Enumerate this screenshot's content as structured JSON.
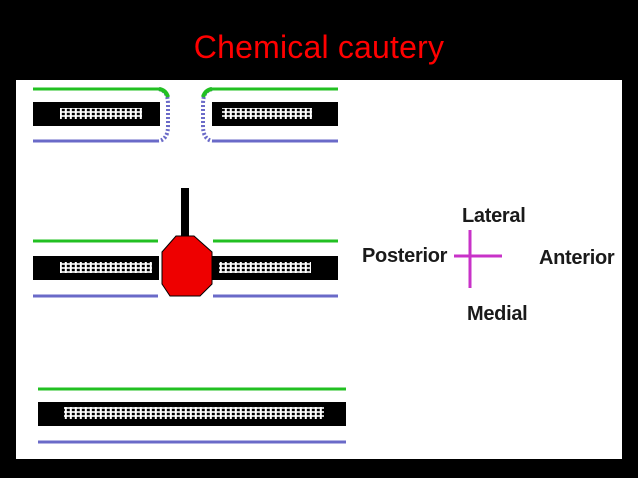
{
  "slide": {
    "title": "Chemical cautery",
    "title_color": "#ff0000",
    "background": "#000000",
    "panel_background": "#ffffff"
  },
  "diagram": {
    "colors": {
      "upper_line": "#22c022",
      "lower_line": "#6a6ac8",
      "tube": "#000000",
      "cautery_tip": "#ee0000",
      "orientation_cross": "#c832c8"
    },
    "stages": [
      "retracted-edges",
      "cautery-applied",
      "fused-tube"
    ]
  },
  "orientation": {
    "top": "Lateral",
    "left": "Posterior",
    "right": "Anterior",
    "bottom": "Medial"
  }
}
